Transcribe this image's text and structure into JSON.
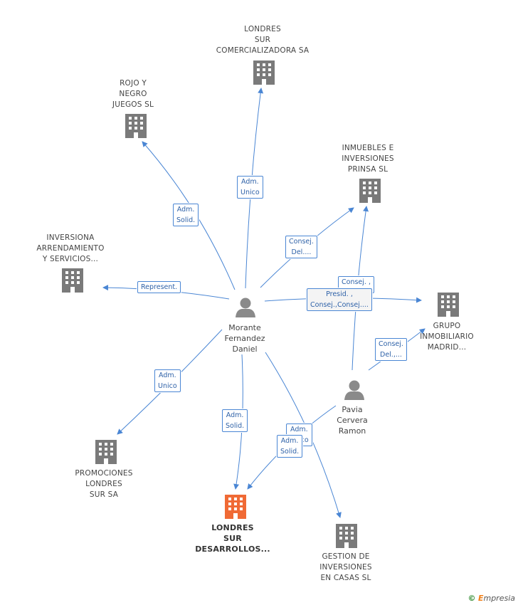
{
  "colors": {
    "edge": "#4a86d4",
    "company_icon": "#7a7a7a",
    "target_icon": "#f06a35",
    "person_icon": "#8a8a8a"
  },
  "companies": [
    {
      "id": "londres_comercializadora",
      "label": "LONDRES\nSUR\nCOMERCIALIZADORA SA"
    },
    {
      "id": "rojo_negro",
      "label": "ROJO Y\nNEGRO\nJUEGOS  SL"
    },
    {
      "id": "inmuebles_prinsa",
      "label": "INMUEBLES E\nINVERSIONES\nPRINSA SL"
    },
    {
      "id": "inversiona",
      "label": "INVERSIONA\nARRENDAMIENTO\nY SERVICIOS..."
    },
    {
      "id": "grupo_inmobiliario",
      "label": "GRUPO\nINMOBILIARIO\nMADRID..."
    },
    {
      "id": "promociones_londres",
      "label": "PROMOCIONES\nLONDRES\nSUR SA"
    },
    {
      "id": "londres_desarrollos",
      "label": "LONDRES\nSUR\nDESARROLLOS...",
      "target": true
    },
    {
      "id": "gestion_inversiones",
      "label": "GESTION DE\nINVERSIONES\nEN CASAS SL"
    }
  ],
  "persons": [
    {
      "id": "morante",
      "label": "Morante\nFernandez\nDaniel"
    },
    {
      "id": "pavia",
      "label": "Pavia\nCervera\nRamon"
    }
  ],
  "edge_labels": [
    {
      "id": "e_adm_unico_1",
      "text": "Adm.\nUnico"
    },
    {
      "id": "e_adm_solid_1",
      "text": "Adm.\nSolid."
    },
    {
      "id": "e_consej_del_1",
      "text": "Consej.\nDel...."
    },
    {
      "id": "e_represent",
      "text": "Represent."
    },
    {
      "id": "e_consej_pavia",
      "text": "Consej. ,"
    },
    {
      "id": "e_presid",
      "text": "Presid. ,\nConsej.,Consej...."
    },
    {
      "id": "e_consej_del_2",
      "text": "Consej.\nDel.,..."
    },
    {
      "id": "e_adm_unico_2",
      "text": "Adm.\nUnico"
    },
    {
      "id": "e_adm_solid_2",
      "text": "Adm.\nSolid."
    },
    {
      "id": "e_adm_pavia",
      "text": "Adm.\nUnico"
    },
    {
      "id": "e_adm_solid_3",
      "text": "Adm.\nSolid."
    }
  ],
  "footer": {
    "copyright": "©",
    "brand_e": "E",
    "brand_rest": "mpresia"
  }
}
